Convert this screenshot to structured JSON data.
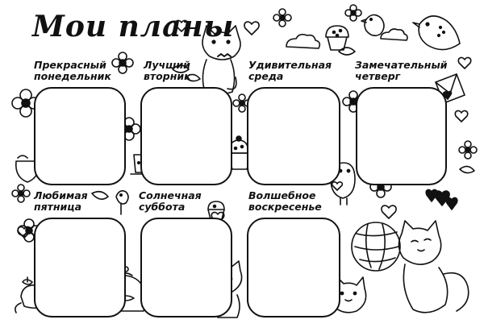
{
  "title": "Мои планы",
  "days": [
    {
      "line1": "Прекрасный",
      "line2": "понедельник"
    },
    {
      "line1": "Лучший",
      "line2": "вторник"
    },
    {
      "line1": "Удивительная",
      "line2": "среда"
    },
    {
      "line1": "Замечательный",
      "line2": "четверг"
    },
    {
      "line1": "Любимая",
      "line2": "пятница"
    },
    {
      "line1": "Солнечная",
      "line2": "суббота"
    },
    {
      "line1": "Волшебное",
      "line2": "воскресенье"
    }
  ],
  "colors": {
    "ink": "#111111",
    "paper": "#ffffff"
  }
}
